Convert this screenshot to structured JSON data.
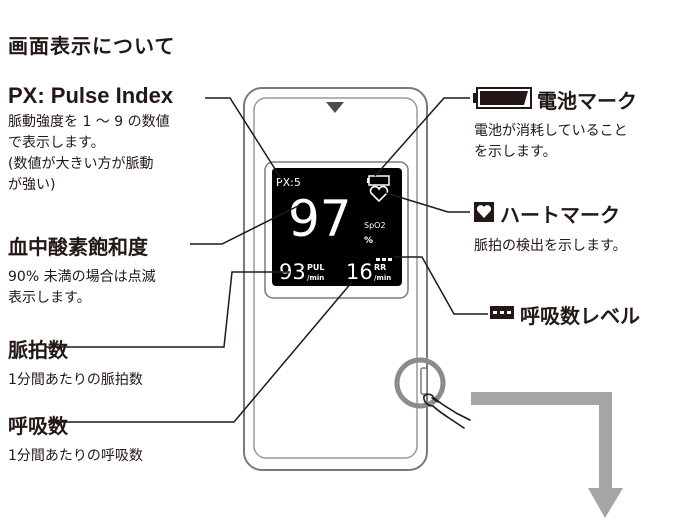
{
  "page_title": "画面表示について",
  "labels": {
    "px": {
      "title": "PX: Pulse Index",
      "desc": [
        "脈動強度を 1 ～ 9 の数値",
        "で表示します。",
        "(数値が大きい方が脈動",
        "が強い)"
      ]
    },
    "spo2": {
      "title": "血中酸素飽和度",
      "desc": [
        "90% 未満の場合は点滅",
        "表示します。"
      ]
    },
    "pulse": {
      "title": "脈拍数",
      "desc": [
        "1分間あたりの脈拍数"
      ]
    },
    "resp": {
      "title": "呼吸数",
      "desc": [
        "1分間あたりの呼吸数"
      ]
    },
    "battery": {
      "title": "電池マーク",
      "desc": [
        "電池が消耗していること",
        "を示します。"
      ]
    },
    "heart": {
      "title": "ハートマーク",
      "desc": [
        "脈拍の検出を示します。"
      ]
    },
    "resp_level": {
      "title": "呼吸数レベル"
    }
  },
  "display": {
    "px": "PX:5",
    "spo2_value": "97",
    "spo2_unit_top": "SpO2",
    "spo2_unit_bottom": "%",
    "pulse_value": "93",
    "pulse_unit_top": "PUL",
    "pulse_unit_bottom": "/min",
    "rr_value": "16",
    "rr_unit_top": "RR",
    "rr_unit_bottom": "/min"
  },
  "icons": [
    "battery-icon",
    "heart-icon",
    "respiration-level-icon",
    "triangle-indicator-icon",
    "finger-press-icon",
    "down-arrow-icon"
  ]
}
